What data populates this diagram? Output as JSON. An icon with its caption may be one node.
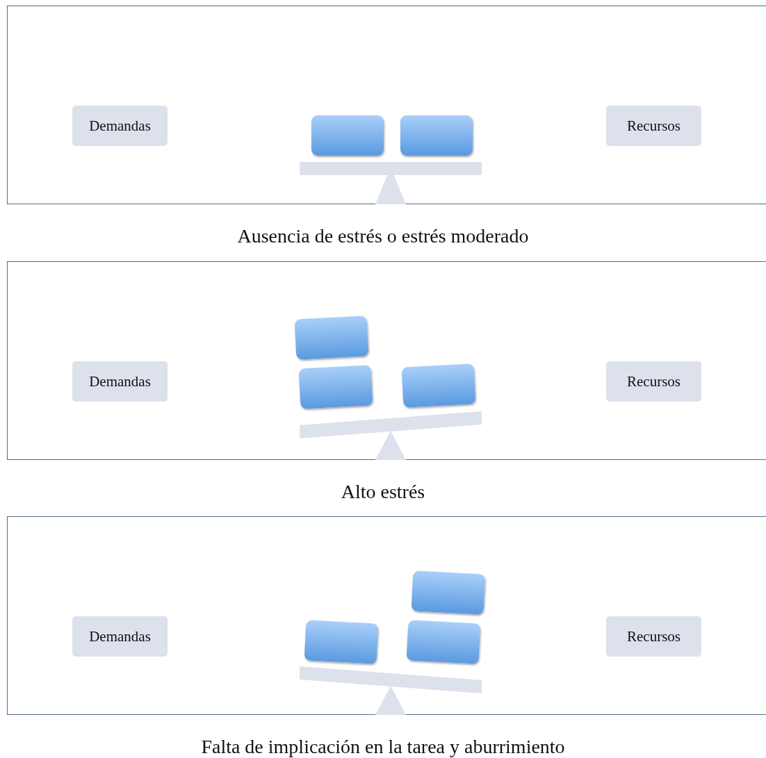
{
  "diagram": {
    "nodes": [
      {
        "text": [
          "Ausencia de estrés o estrés moderado"
        ]
      },
      {
        "text": [
          "Demandas"
        ],
        "in": 0
      },
      {
        "text": [],
        "shape": "box",
        "in": 0
      },
      {
        "text": [],
        "shape": "box",
        "in": 0
      },
      {
        "text": [
          "Recursos"
        ],
        "in": 0
      },
      {
        "text": [
          "Alto estrés"
        ]
      },
      {
        "text": [
          "Demandas"
        ],
        "in": 5
      },
      {
        "text": [],
        "shape": "box",
        "in": 5
      },
      {
        "text": [],
        "shape": "box",
        "in": 5
      },
      {
        "text": [],
        "shape": "box",
        "in": 5
      },
      {
        "text": [
          "Recursos"
        ],
        "in": 5
      },
      {
        "text": [
          "Falta de implicación en la tarea y aburrimiento"
        ]
      },
      {
        "text": [
          "Demandas"
        ],
        "in": 11
      },
      {
        "text": [],
        "shape": "box",
        "in": 11
      },
      {
        "text": [],
        "shape": "box",
        "in": 11
      },
      {
        "text": [],
        "shape": "box",
        "in": 11
      },
      {
        "text": [
          "Recursos"
        ],
        "in": 11
      }
    ],
    "edges": []
  }
}
